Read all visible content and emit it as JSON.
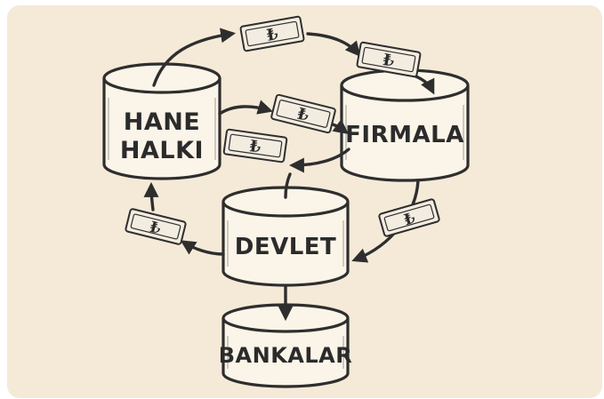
{
  "diagram": {
    "nodes": {
      "households": {
        "line1": "HANE",
        "line2": "HALKI"
      },
      "firms": {
        "label": "FIRMALA"
      },
      "government": {
        "label": "DEVLET"
      },
      "banks": {
        "label": "BANKALAR"
      }
    },
    "currency_symbol": "₺",
    "colors": {
      "background": "#f5ead8",
      "ink": "#2e2e2e",
      "container_fill": "#fbf4e8"
    }
  }
}
